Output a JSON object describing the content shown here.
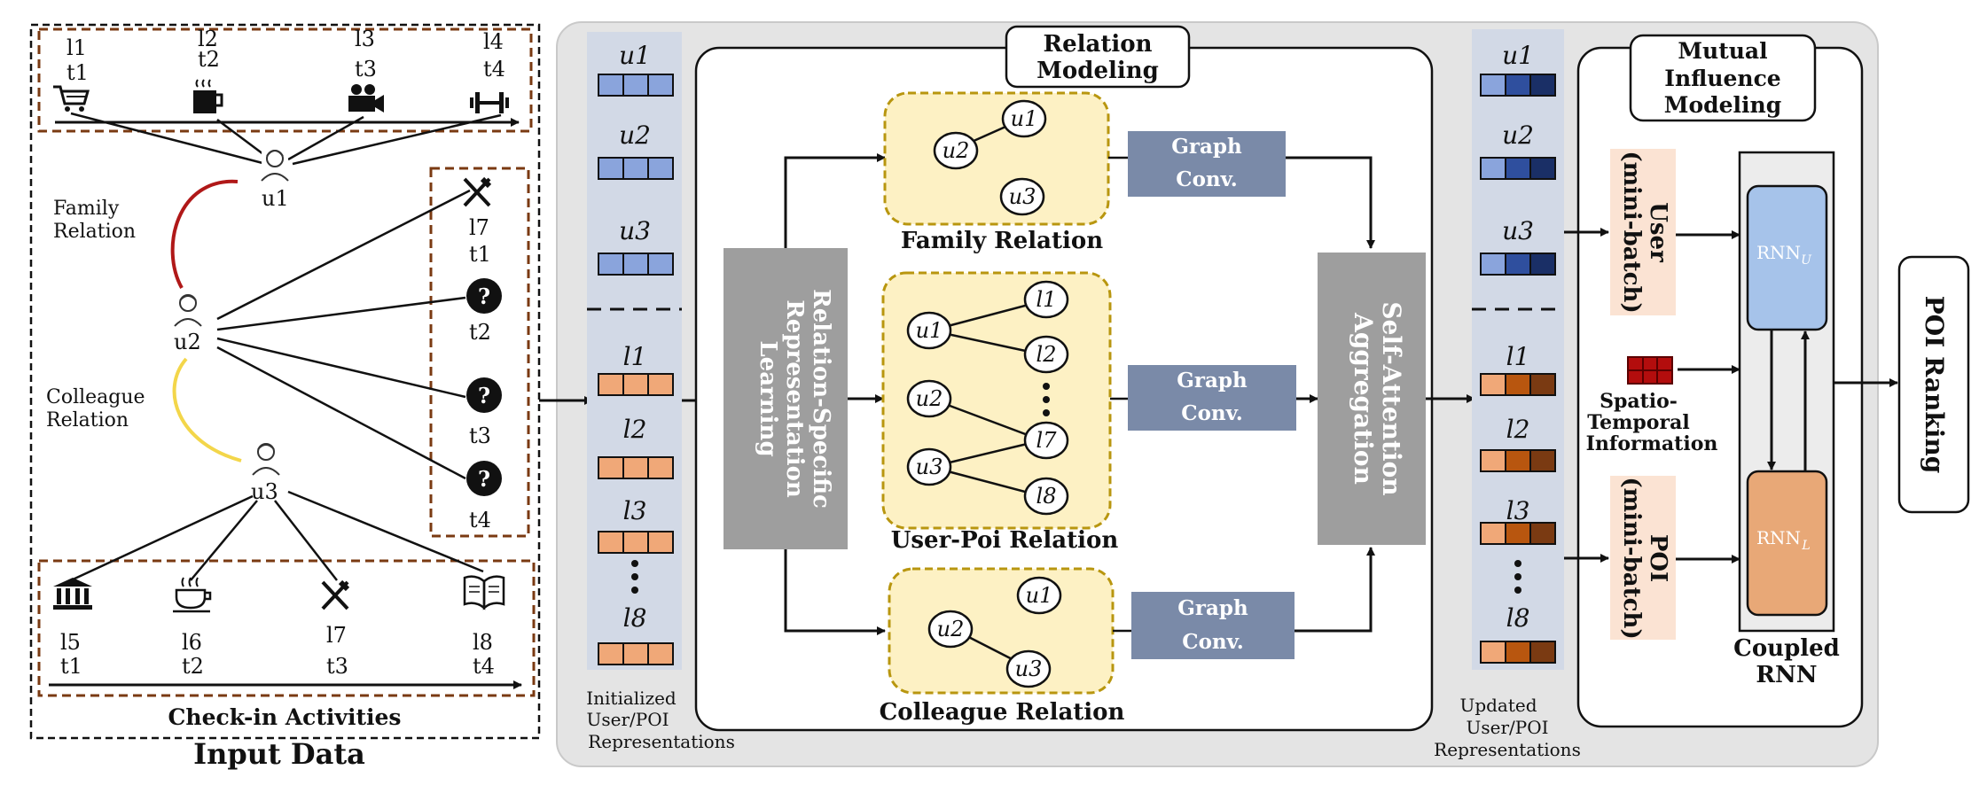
{
  "input": {
    "title": "Input Data",
    "checkin_title": "Check-in Activities",
    "family_relation": [
      "Family",
      "Relation"
    ],
    "colleague_relation": [
      "Colleague",
      "Relation"
    ],
    "top_items": [
      {
        "loc": "l1",
        "time": "t1",
        "icon": "shopping-cart-icon"
      },
      {
        "loc": "l2",
        "time": "t2",
        "icon": "coffee-mug-icon"
      },
      {
        "loc": "l3",
        "time": "t3",
        "icon": "video-camera-icon"
      },
      {
        "loc": "l4",
        "time": "t4",
        "icon": "dumbbell-icon"
      }
    ],
    "bottom_items": [
      {
        "loc": "l5",
        "time": "t1",
        "icon": "museum-icon"
      },
      {
        "loc": "l6",
        "time": "t2",
        "icon": "coffee-cup-icon"
      },
      {
        "loc": "l7",
        "time": "t3",
        "icon": "fork-knife-icon"
      },
      {
        "loc": "l8",
        "time": "t4",
        "icon": "book-icon"
      }
    ],
    "right_items": [
      {
        "loc": "l7",
        "time": "t1",
        "icon": "fork-knife-icon"
      },
      {
        "loc": "",
        "time": "t2",
        "icon": "question-icon"
      },
      {
        "loc": "",
        "time": "t3",
        "icon": "question-icon"
      },
      {
        "loc": "",
        "time": "t4",
        "icon": "question-icon"
      }
    ],
    "users": [
      "u1",
      "u2",
      "u3"
    ]
  },
  "init_reps": {
    "caption": [
      "Initialized",
      "User/POI",
      "Representations"
    ],
    "users": [
      "u1",
      "u2",
      "u3"
    ],
    "pois": [
      "l1",
      "l2",
      "l3",
      "l8"
    ]
  },
  "relation_modeling": {
    "title": [
      "Relation",
      "Modeling"
    ],
    "learning_box": [
      "Relation-Specific",
      "Representation",
      "Learning"
    ],
    "family_label": "Family Relation",
    "userpoi_label": "User-Poi Relation",
    "colleague_label": "Colleague Relation",
    "graph_conv": [
      "Graph",
      "Conv."
    ],
    "aggregation": [
      "Self-Attention",
      "Aggregation"
    ],
    "family_nodes": [
      "u1",
      "u2",
      "u3"
    ],
    "userpoi_users": [
      "u1",
      "u2",
      "u3"
    ],
    "userpoi_pois": [
      "l1",
      "l2",
      "l7",
      "l8"
    ],
    "colleague_nodes": [
      "u1",
      "u2",
      "u3"
    ]
  },
  "updated_reps": {
    "caption": [
      "Updated",
      "User/POI",
      "Representations"
    ],
    "users": [
      "u1",
      "u2",
      "u3"
    ],
    "pois": [
      "l1",
      "l2",
      "l3",
      "l8"
    ]
  },
  "mutual": {
    "title": [
      "Mutual",
      "Influence",
      "Modeling"
    ],
    "user_batch": [
      "User",
      "(mini-batch)"
    ],
    "poi_batch": [
      "POI",
      "(mini-batch)"
    ],
    "spatio": [
      "Spatio-",
      "Temporal",
      "Information"
    ],
    "rnn_u": "RNN",
    "rnn_u_sub": "U",
    "rnn_l": "RNN",
    "rnn_l_sub": "L",
    "coupled": [
      "Coupled",
      "RNN"
    ]
  },
  "output": "POI Ranking",
  "colors": {
    "user_cell": "#8aa4dc",
    "poi_cell": "#f0a878",
    "grey_box": "#9e9e9e",
    "graph_conv": "#7a8aa8",
    "yellow_fill": "#fdf1c4",
    "brown_dash": "#7a3a12",
    "rnn_u": "#a6c3ea",
    "rnn_l": "#e8a877"
  }
}
